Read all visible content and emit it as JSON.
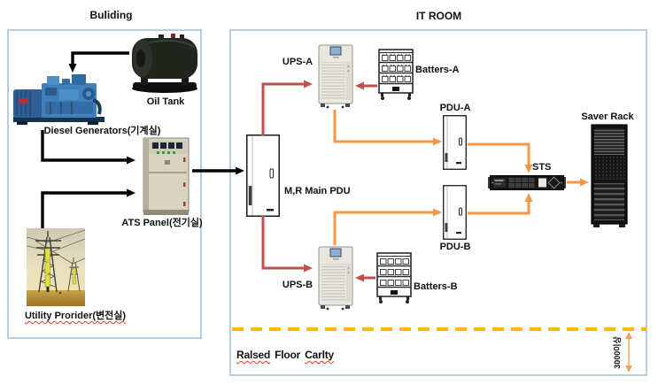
{
  "building": {
    "title": "Buliding",
    "oil_tank_label": "Oil Tank",
    "diesel_generator_label": "Diesel Generators(기계실)",
    "ats_panel_label": "ATS Panel(전기실)",
    "utility_provider_label": "Utility Prorider(변전실)"
  },
  "it_room": {
    "title": "IT ROOM",
    "main_pdu_label": "M,R Main PDU",
    "ups_a_label": "UPS-A",
    "ups_b_label": "UPS-B",
    "battery_a_label": "Batters-A",
    "battery_b_label": "Batters-B",
    "pdu_a_label": "PDU-A",
    "pdu_b_label": "PDU-B",
    "sts_label": "STS",
    "server_rack_label": "Saver Rack",
    "raised_floor_words": [
      "Ralsed",
      "Floor",
      "Carlty"
    ],
    "floor_depth_label": "3000이상"
  },
  "colors": {
    "building_power_arrow": "#000000",
    "ups_feed_arrow": "#C0504D",
    "load_feed_arrow": "#F79646",
    "raised_floor_dashed_line": "#FFB900",
    "zone_border": "#B9CDE2"
  }
}
